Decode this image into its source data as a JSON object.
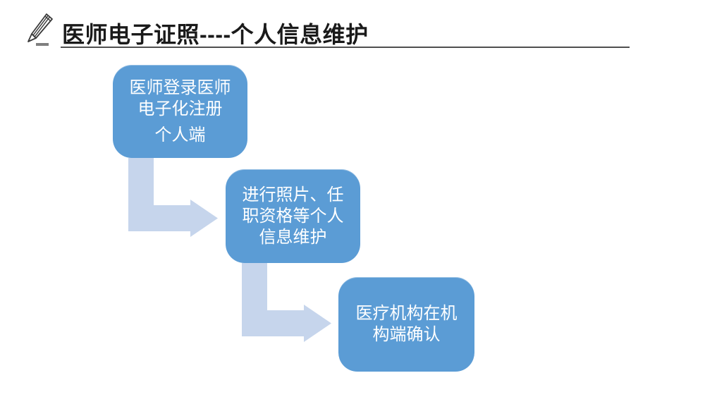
{
  "slide": {
    "title": "医师电子证照----个人信息维护",
    "title_color": "#1a1a1a",
    "underline_color": "#4f4f4f",
    "background_color": "#ffffff",
    "header_icon": "pencil-icon"
  },
  "flow": {
    "type": "staircase-flowchart",
    "box_fill_color": "#5B9CD5",
    "box_text_color": "#ffffff",
    "arrow_fill_color": "#C6D5EC",
    "steps": [
      {
        "order": 1,
        "text": "医师登录医师\n电子化注册",
        "text2": "个人端"
      },
      {
        "order": 2,
        "text": "进行照片、任\n职资格等个人\n信息维护"
      },
      {
        "order": 3,
        "text": "医疗机构在机\n构端确认"
      }
    ],
    "connectors": [
      {
        "from": 1,
        "to": 2,
        "shape": "elbow-arrow-down-right"
      },
      {
        "from": 2,
        "to": 3,
        "shape": "elbow-arrow-down-right"
      }
    ]
  }
}
